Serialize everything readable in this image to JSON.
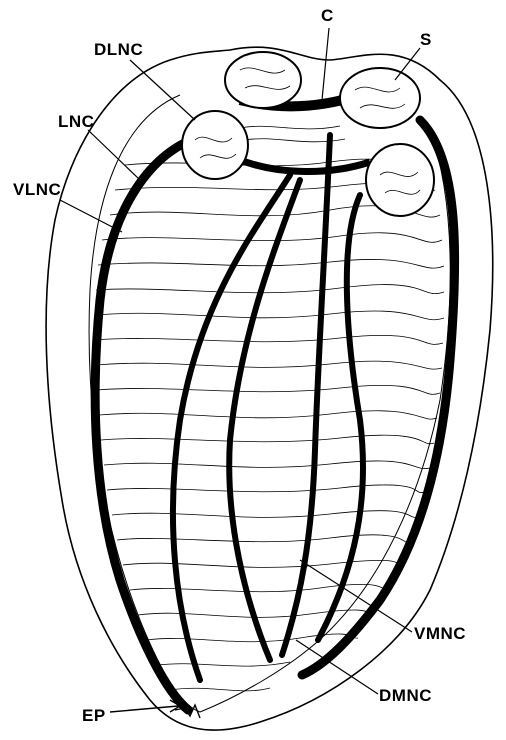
{
  "figure": {
    "labels": {
      "c": "C",
      "s": "S",
      "dlnc": "DLNC",
      "lnc": "LNC",
      "vlnc": "VLNC",
      "vmnc": "VMNC",
      "dmnc": "DMNC",
      "ep": "EP"
    },
    "colors": {
      "ink": "#000000",
      "paper": "#ffffff"
    }
  }
}
